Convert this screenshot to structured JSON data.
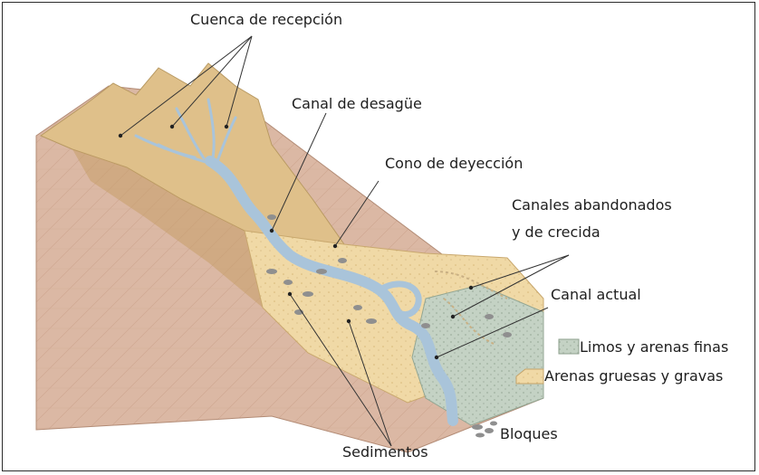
{
  "labels": {
    "cuenca": "Cuenca de recepción",
    "canal_desague": "Canal de desagüe",
    "cono": "Cono de deyección",
    "canales_aband_1": "Canales abandonados",
    "canales_aband_2": "y de crecida",
    "canal_actual": "Canal actual",
    "sedimentos": "Sedimentos"
  },
  "legend": [
    {
      "label": "Limos y arenas finas",
      "swatch_color": "#b9c7b5"
    },
    {
      "label": "Arenas gruesas y gravas",
      "swatch_color": "#e9cf93"
    },
    {
      "label": "Bloques",
      "swatch_color": "#8f8f8f"
    }
  ],
  "colors": {
    "bedrock": "#dbb8a4",
    "mountains": "#e3c48f",
    "fan": "#f0dcb0",
    "water": "#a9c4da",
    "silt": "#bfd0c2",
    "frame": "#2b2b2b"
  }
}
